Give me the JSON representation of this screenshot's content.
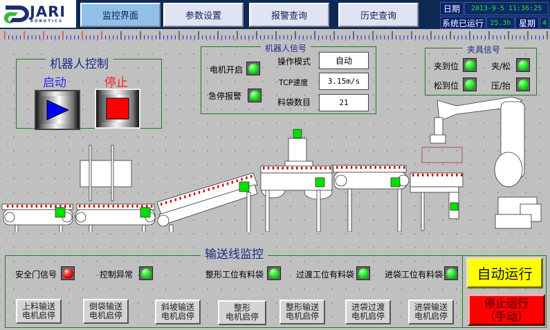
{
  "header": {
    "logo": {
      "brand": "JARI",
      "sub": "ROBOTICS"
    },
    "nav": [
      {
        "label": "监控界面",
        "active": true
      },
      {
        "label": "参数设置",
        "active": false
      },
      {
        "label": "报警查询",
        "active": false
      },
      {
        "label": "历史查询",
        "active": false
      }
    ],
    "date_label": "日期",
    "date_value": "2013-9-5 11:36:25",
    "runtime_label": "系统已运行",
    "runtime_value": "25.3h",
    "weekday_label": "星期",
    "weekday_value": "4"
  },
  "robot_control": {
    "title": "机器人控制",
    "start_label": "启动",
    "stop_label": "停止",
    "colors": {
      "start": "#0000ff",
      "stop": "#ff0000"
    }
  },
  "robot_signal": {
    "title": "机器人信号",
    "motor_on_label": "电机开启",
    "estop_label": "急停报警",
    "mode_label": "操作模式",
    "mode_value": "自动",
    "tcp_label": "TCP速度",
    "tcp_value": "3.15m/s",
    "bags_label": "料袋数目",
    "bags_value": "21"
  },
  "gripper_signal": {
    "title": "夹具信号",
    "items": [
      {
        "label": "夹到位",
        "state": "on"
      },
      {
        "label": "夹/松",
        "state": "on"
      },
      {
        "label": "松到位",
        "state": "on"
      },
      {
        "label": "压/抬",
        "state": "on"
      }
    ]
  },
  "conveyor": {
    "title": "输送线监控",
    "signals": [
      {
        "label": "安全门信号",
        "state": "alarm"
      },
      {
        "label": "控制异常",
        "state": "on"
      },
      {
        "label": "整形工位有料袋",
        "state": "on"
      },
      {
        "label": "过渡工位有料袋",
        "state": "on"
      },
      {
        "label": "进袋工位有料袋",
        "state": "on"
      }
    ],
    "motor_buttons": [
      {
        "line1": "上料输送",
        "line2": "电机启停"
      },
      {
        "line1": "倒袋输送",
        "line2": "电机启停"
      },
      {
        "line1": "斜坡输送",
        "line2": "电机启停"
      },
      {
        "line1": "整形",
        "line2": "电机启停"
      },
      {
        "line1": "整形输送",
        "line2": "电机启停"
      },
      {
        "line1": "进袋过渡",
        "line2": "电机启停"
      },
      {
        "line1": "进袋输送",
        "line2": "电机启停"
      }
    ],
    "auto_run_label": "自动运行",
    "stop_run_line1": "停止运行",
    "stop_run_line2": "（手动）"
  },
  "colors": {
    "header_bg": "#0d2a55",
    "frame_green": "#1e7a1e",
    "lamp_green": "#0ed80e",
    "lamp_red": "#e00000",
    "motor_indicator": "#00e000"
  }
}
